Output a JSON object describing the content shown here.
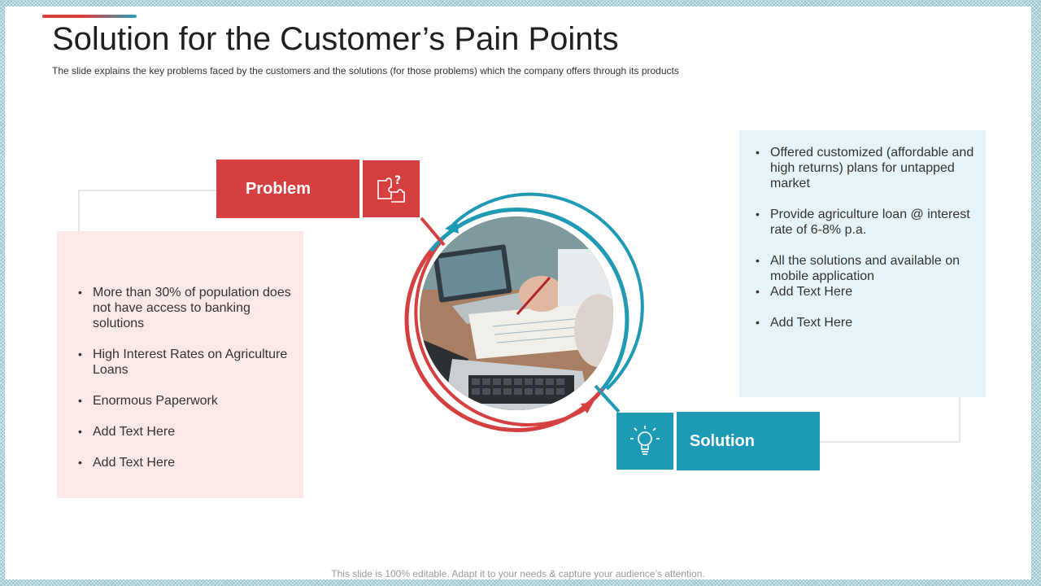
{
  "slide": {
    "title": "Solution for the Customer’s Pain Points",
    "subtitle": "The slide explains the key problems faced by the customers and the solutions (for those problems) which the company offers through its products",
    "footer": "This slide is 100% editable. Adapt it to your needs & capture your audience’s attention."
  },
  "problem": {
    "label": "Problem",
    "icon": "puzzle-icon",
    "items": [
      "More than 30% of population does not have access to banking solutions",
      "High Interest  Rates on Agriculture Loans",
      "Enormous Paperwork",
      "Add Text Here",
      "Add Text Here"
    ]
  },
  "solution": {
    "label": "Solution",
    "icon": "lightbulb-icon",
    "items": [
      "Offered customized (affordable and high returns) plans for untapped market",
      "Provide agriculture loan @ interest rate of 6-8% p.a.",
      "All the solutions and available on mobile application",
      "Add Text Here",
      "Add Text Here"
    ]
  },
  "colors": {
    "problem": "#d63f3f",
    "solution": "#1f9ab5",
    "problem_bg": "#fbe9e8",
    "solution_bg": "#e6f3f7"
  },
  "center_image": "laptop-desk-photo"
}
